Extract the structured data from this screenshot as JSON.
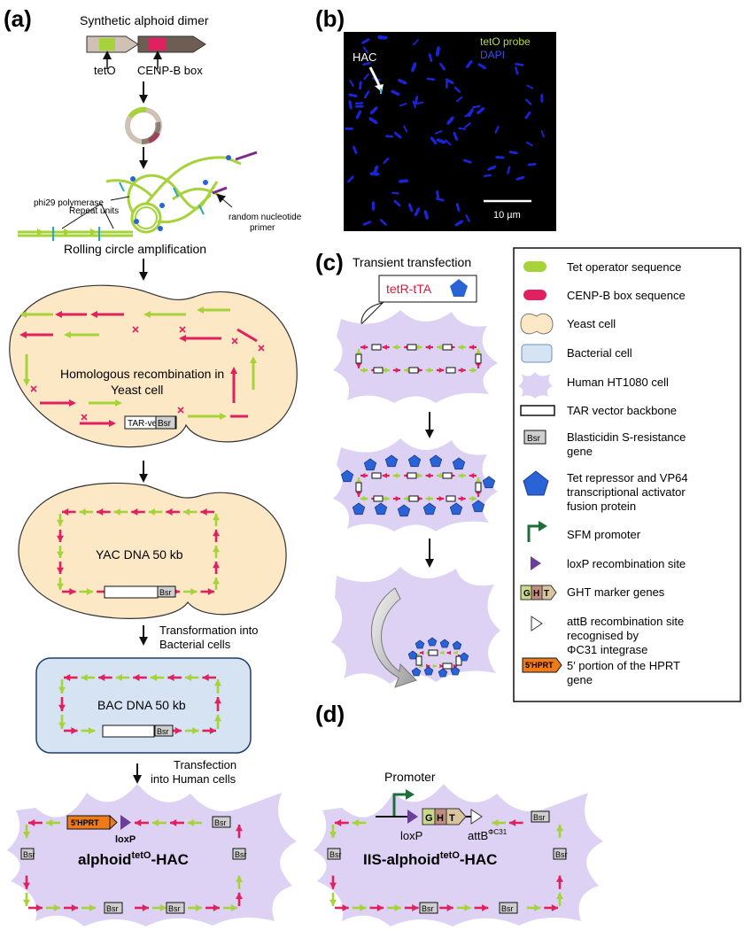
{
  "panels": {
    "a": "(a)",
    "b": "(b)",
    "c": "(c)",
    "d": "(d)"
  },
  "colors": {
    "tet_operator": "#a6d23a",
    "cenpb": "#e0215f",
    "yeast_fill": "#fde8c6",
    "bacterial_fill": "#d5e3f3",
    "human_fill": "#ddd2f4",
    "pentagon": "#2a63d6",
    "promoter": "#1e6e3a",
    "loxp": "#6b3e9a",
    "hprt": "#ee7b1a",
    "dapi": "#1a24d8",
    "probe_text": "#b6d93b",
    "tetR_text": "#e0153c"
  },
  "icons": [
    "arrow-down-icon",
    "pentagon-icon",
    "promoter-arrow-icon",
    "loxp-triangle-icon",
    "attb-triangle-icon",
    "curved-arrow-icon",
    "scale-bar-icon"
  ],
  "a": {
    "title": "Synthetic alphoid dimer",
    "tetO": "tetO",
    "cenpb": "CENP-B box",
    "phi29": "phi29 polymerase",
    "repeat_units": "Repeat units",
    "random_primer_1": "random nucleotide",
    "random_primer_2": "primer",
    "rca": "Rolling circle amplification",
    "yeast_text_1": "Homologous recombination in",
    "yeast_text_2": "Yeast cell",
    "tar_vector": "TAR-vector",
    "bsr": "Bsr",
    "yac": "YAC DNA 50 kb",
    "transform_1": "Transformation into",
    "transform_2": "Bacterial cells",
    "bac": "BAC DNA 50 kb",
    "transfect_1": "Transfection",
    "transfect_2": "into Human cells",
    "hprt": "5'HPRT",
    "loxp": "loxP",
    "hac_main": "alphoid",
    "hac_sup": "tetO",
    "hac_end": "-HAC"
  },
  "b": {
    "hac": "HAC",
    "probe": "tetO probe",
    "dapi": "DAPI",
    "scale": "10 µm"
  },
  "c": {
    "title": "Transient transfection",
    "tetR": "tetR-tTA"
  },
  "d": {
    "promoter": "Promoter",
    "loxp": "loxP",
    "g": "G",
    "h": "H",
    "t": "T",
    "attb": "attB",
    "attb_sup": "ΦC31",
    "bsr": "Bsr",
    "hac_main": "IIS-alphoid",
    "hac_sup": "tetO",
    "hac_end": "-HAC"
  },
  "legend": {
    "items": [
      {
        "id": "tet",
        "l1": "Tet operator sequence"
      },
      {
        "id": "cenpb",
        "l1": "CENP-B box sequence"
      },
      {
        "id": "yeast",
        "l1": "Yeast cell"
      },
      {
        "id": "bact",
        "l1": "Bacterial cell"
      },
      {
        "id": "human",
        "l1": "Human HT1080 cell"
      },
      {
        "id": "tar",
        "l1": "TAR vector backbone"
      },
      {
        "id": "bsr",
        "l1": "Blasticidin S-resistance",
        "l2": "gene",
        "icon_text": "Bsr"
      },
      {
        "id": "pent",
        "l1": "Tet repressor and VP64",
        "l2": "transcriptional activator",
        "l3": "fusion protein"
      },
      {
        "id": "sfm",
        "l1": "SFM promoter"
      },
      {
        "id": "loxp",
        "l1": "loxP recombination site"
      },
      {
        "id": "ght",
        "l1": "GHT marker genes",
        "g": "G",
        "h": "H",
        "t": "T"
      },
      {
        "id": "attb",
        "l1": "attB recombination site",
        "l2": "recognised by",
        "l3": "ΦC31 integrase"
      },
      {
        "id": "hprt",
        "l1": "5′ portion of the HPRT",
        "l2": "gene",
        "icon_text": "5'HPRT"
      }
    ]
  }
}
